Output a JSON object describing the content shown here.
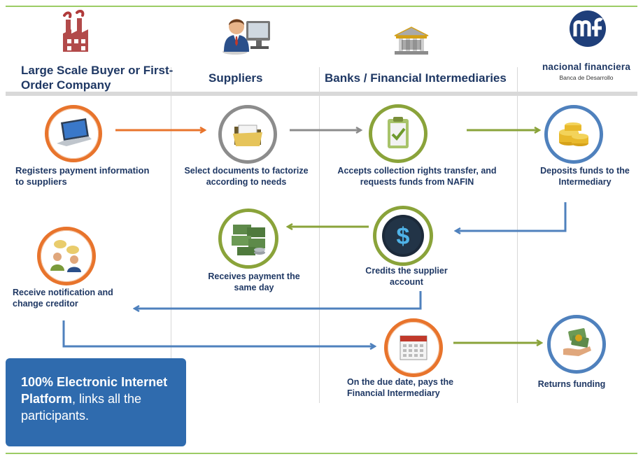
{
  "headers": {
    "buyer": "Large Scale Buyer or First- Order Company",
    "suppliers": "Suppliers",
    "banks": "Banks / Financial Intermediaries",
    "nafin_brand": "nacional financiera",
    "nafin_sub": "Banca de Desarrollo"
  },
  "steps": {
    "registers": "Registers payment information to suppliers",
    "select": "Select documents to factorize according to needs",
    "accepts": "Accepts collection rights transfer, and requests funds from NAFIN",
    "deposits": "Deposits funds to the Intermediary",
    "receive_notif": "Receive notification and change creditor",
    "receives_payment": "Receives payment the same day",
    "credits": "Credits the supplier account",
    "due_date": "On the due date, pays the Financial Intermediary",
    "returns": "Returns funding"
  },
  "infobox": {
    "bold": "100% Electronic Internet Platform",
    "rest": ", links all the participants."
  },
  "icons": {
    "factory": "factory-icon",
    "supplier": "person-at-computer-icon",
    "bank": "bank-building-icon",
    "nafin_logo": "nafin-logo",
    "laptop": "laptop-icon",
    "folder": "folder-icon",
    "clipboard": "clipboard-check-icon",
    "coins": "coins-icon",
    "people": "people-talking-icon",
    "cash": "cash-stack-icon",
    "dollar": "dollar-icon",
    "calendar": "calendar-icon",
    "money_hand": "money-hand-icon"
  },
  "colors": {
    "orange": "#e8742c",
    "gray": "#8c8c8c",
    "olive": "#8aa33a",
    "blue": "#4f81bd",
    "navy_text": "#1f3864",
    "box_blue": "#2f6bae",
    "rule_green": "#9ccc65"
  }
}
